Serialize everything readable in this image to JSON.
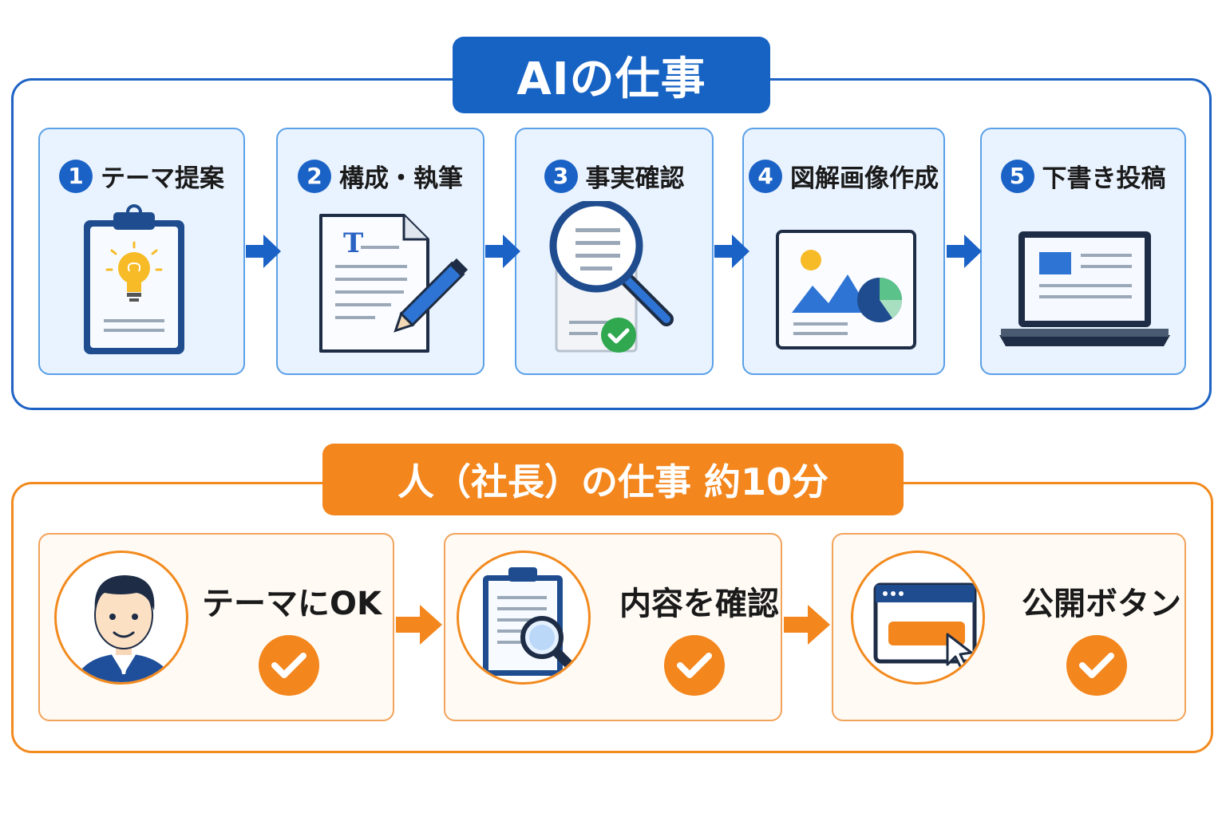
{
  "ai_section": {
    "title": "AIの仕事",
    "steps": [
      {
        "number": "1",
        "label": "テーマ提案",
        "icon": "clipboard-lightbulb-icon"
      },
      {
        "number": "2",
        "label": "構成・執筆",
        "icon": "document-pen-icon"
      },
      {
        "number": "3",
        "label": "事実確認",
        "icon": "magnifier-check-icon"
      },
      {
        "number": "4",
        "label": "図解画像作成",
        "icon": "image-chart-icon"
      },
      {
        "number": "5",
        "label": "下書き投稿",
        "icon": "laptop-icon"
      }
    ]
  },
  "human_section": {
    "title": "人（社長）の仕事 約10分",
    "steps": [
      {
        "label": "テーマにOK",
        "icon": "businessman-avatar-icon"
      },
      {
        "label": "内容を確認",
        "icon": "clipboard-magnifier-icon"
      },
      {
        "label": "公開ボタン",
        "icon": "browser-button-cursor-icon"
      }
    ]
  },
  "colors": {
    "ai_blue": "#1763c4",
    "human_orange": "#f3861d"
  }
}
